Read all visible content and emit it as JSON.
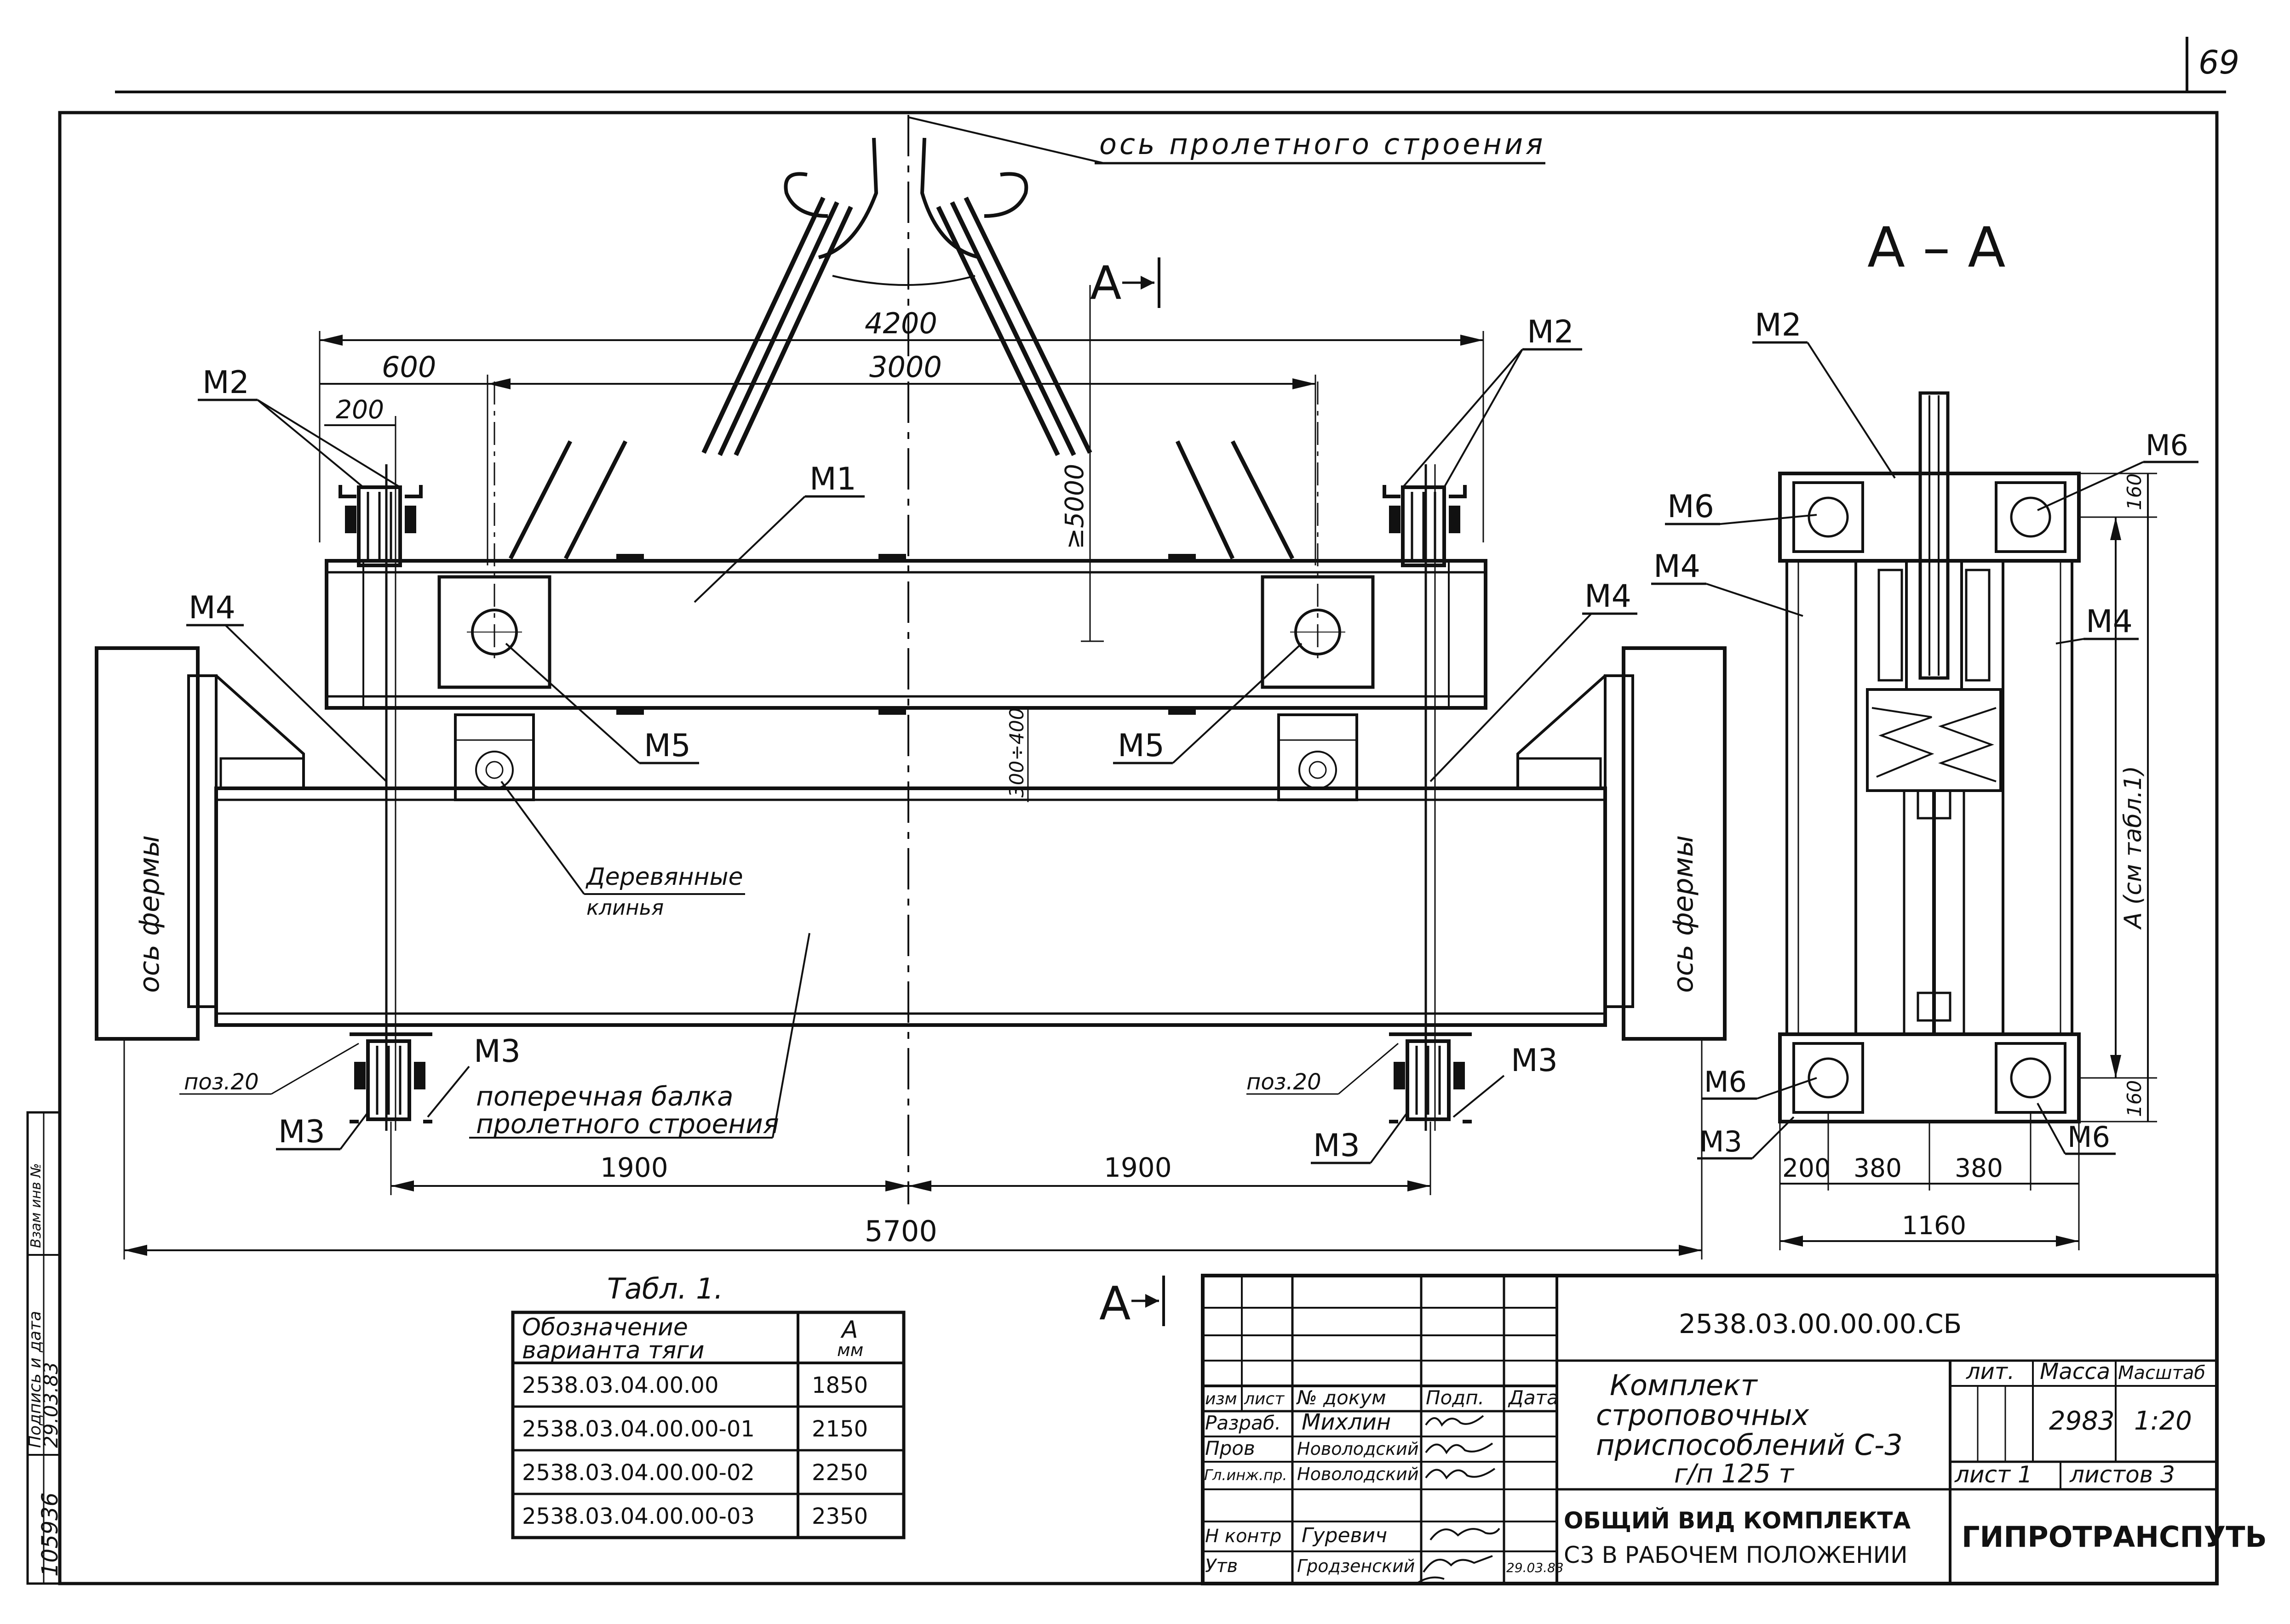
{
  "page_number": "69",
  "labels": {
    "span_axis": "ось пролетного строения",
    "section_marker": "А",
    "section_title": "А – А",
    "truss_axis": "ось фермы",
    "wooden_wedges_1": "Деревянные",
    "wooden_wedges_2": "клинья",
    "cross_beam_1": "поперечная балка",
    "cross_beam_2": "пролетного строения",
    "poz": "поз.20",
    "side_a": "А (см табл.1)"
  },
  "marks": {
    "m1": "М1",
    "m2": "М2",
    "m3": "М3",
    "m4": "М4",
    "m5": "М5",
    "m6": "М6"
  },
  "dims": {
    "d4200": "4200",
    "d3000": "3000",
    "d600": "600",
    "d200": "200",
    "d5000": "≥5000",
    "d300_400": "300÷400",
    "d1900": "1900",
    "d5700": "5700",
    "d160": "160",
    "d380": "380",
    "d1160": "1160"
  },
  "table1": {
    "caption": "Табл. 1.",
    "head_col1_l1": "Обозначение",
    "head_col1_l2": "варианта тяги",
    "head_col2_l1": "А",
    "head_col2_l2": "мм",
    "rows": [
      {
        "designation": "2538.03.04.00.00",
        "a": "1850"
      },
      {
        "designation": "2538.03.04.00.00-01",
        "a": "2150"
      },
      {
        "designation": "2538.03.04.00.00-02",
        "a": "2250"
      },
      {
        "designation": "2538.03.04.00.00-03",
        "a": "2350"
      }
    ]
  },
  "title_block": {
    "doc_code": "2538.03.00.00.00.СБ",
    "title_1": "Комплект",
    "title_2": "строповочных",
    "title_3": "приспособлений С-3",
    "title_4": "г/п 125 т",
    "subtitle_1": "ОБЩИЙ ВИД КОМПЛЕКТА",
    "subtitle_2": "С3 В РАБОЧЕМ ПОЛОЖЕНИИ",
    "lit": "лит.",
    "mass_label": "Масса",
    "scale_label": "Масштаб",
    "mass": "2983",
    "scale": "1:20",
    "sheet": "лист 1",
    "sheets": "листов 3",
    "org": "ГИПРОТРАНСПУТЬ",
    "head_izm": "изм",
    "head_list": "лист",
    "head_doc": "№ докум",
    "head_sign": "Подп.",
    "head_date": "Дата",
    "roles": [
      {
        "role": "Разраб.",
        "name": "Михлин"
      },
      {
        "role": "Пров",
        "name": "Новолодский"
      },
      {
        "role": "Гл.инж.пр.",
        "name": "Новолодский"
      },
      {
        "role": "",
        "name": ""
      },
      {
        "role": "Н контр",
        "name": "Гуревич"
      },
      {
        "role": "Утв",
        "name": "Гродзенский"
      }
    ],
    "approval_date": "29.03.83"
  },
  "margin": {
    "inv": "105936",
    "stamp_1": "Подпись и дата",
    "stamp_2": "Взам инв №",
    "date": "29.03.83"
  }
}
